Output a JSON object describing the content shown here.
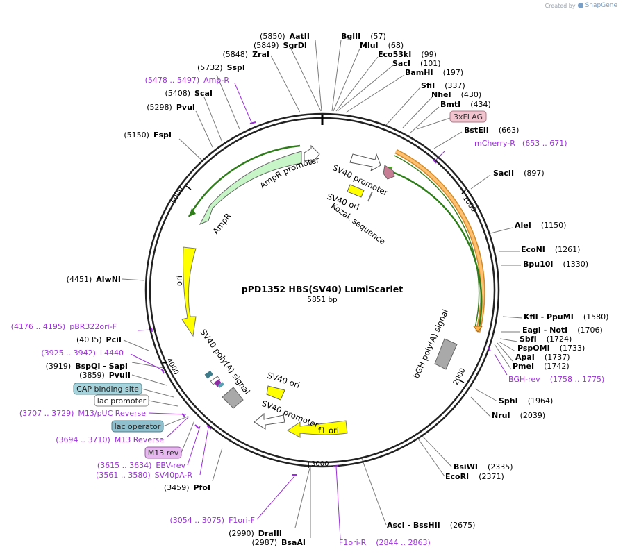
{
  "credit": {
    "created_by": "Created by",
    "brand": "SnapGene"
  },
  "map": {
    "name": "pPD1352 HBS(SV40) LumiScarlet",
    "length_text": "5851 bp",
    "ticks": [
      "1000",
      "2000",
      "3000",
      "4000",
      "5000"
    ]
  },
  "sites": [
    {
      "pos": "(5850)",
      "name": "AatII"
    },
    {
      "pos": "(5849)",
      "name": "SgrDI"
    },
    {
      "pos": "(5848)",
      "name": "ZraI"
    },
    {
      "pos": "(5732)",
      "name": "SspI"
    },
    {
      "pos": "(5408)",
      "name": "ScaI"
    },
    {
      "pos": "(5298)",
      "name": "PvuI"
    },
    {
      "pos": "(5150)",
      "name": "FspI"
    },
    {
      "pos": "(4451)",
      "name": "AlwNI"
    },
    {
      "pos": "(4035)",
      "name": "PciI"
    },
    {
      "pos": "(3919)",
      "name": "BspQI - SapI"
    },
    {
      "pos": "(3859)",
      "name": "PvuII"
    },
    {
      "pos": "(3459)",
      "name": "PfoI"
    },
    {
      "pos": "(2990)",
      "name": "DraIII"
    },
    {
      "pos": "(2987)",
      "name": "BsaAI"
    },
    {
      "pos": "(57)",
      "name": "BglII"
    },
    {
      "pos": "(68)",
      "name": "MluI"
    },
    {
      "pos": "(99)",
      "name": "Eco53kI"
    },
    {
      "pos": "(101)",
      "name": "SacI"
    },
    {
      "pos": "(197)",
      "name": "BamHI"
    },
    {
      "pos": "(337)",
      "name": "SfiI"
    },
    {
      "pos": "(430)",
      "name": "NheI"
    },
    {
      "pos": "(434)",
      "name": "BmtI"
    },
    {
      "pos": "(663)",
      "name": "BstEII"
    },
    {
      "pos": "(897)",
      "name": "SacII"
    },
    {
      "pos": "(1150)",
      "name": "AleI"
    },
    {
      "pos": "(1261)",
      "name": "EcoNI"
    },
    {
      "pos": "(1330)",
      "name": "Bpu10I"
    },
    {
      "pos": "(1580)",
      "name": "KflI - PpuMI"
    },
    {
      "pos": "(1706)",
      "name": "EagI - NotI"
    },
    {
      "pos": "(1724)",
      "name": "SbfI"
    },
    {
      "pos": "(1733)",
      "name": "PspOMI"
    },
    {
      "pos": "(1737)",
      "name": "ApaI"
    },
    {
      "pos": "(1742)",
      "name": "PmeI"
    },
    {
      "pos": "(1964)",
      "name": "SphI"
    },
    {
      "pos": "(2039)",
      "name": "NruI"
    },
    {
      "pos": "(2335)",
      "name": "BsiWI"
    },
    {
      "pos": "(2371)",
      "name": "EcoRI"
    },
    {
      "pos": "(2675)",
      "name": "AscI - BssHII"
    }
  ],
  "primers": [
    {
      "range": "(5478 .. 5497)",
      "name": "Amp-R"
    },
    {
      "range": "(4176 .. 4195)",
      "name": "pBR322ori-F"
    },
    {
      "range": "(3925 .. 3942)",
      "name": "L4440"
    },
    {
      "range": "(3707 .. 3729)",
      "name": "M13/pUC Reverse"
    },
    {
      "range": "(3694 .. 3710)",
      "name": "M13 Reverse"
    },
    {
      "range": "(3615 .. 3634)",
      "name": "EBV-rev"
    },
    {
      "range": "(3561 .. 3580)",
      "name": "SV40pA-R"
    },
    {
      "range": "(3054 .. 3075)",
      "name": "F1ori-F"
    },
    {
      "range": "(2844 .. 2863)",
      "name": "F1ori-R"
    },
    {
      "range": "(653 .. 671)",
      "name": "mCherry-R"
    },
    {
      "range": "(1758 .. 1775)",
      "name": "BGH-rev"
    }
  ],
  "boxed_labels": [
    {
      "text": "3xFLAG",
      "fill": "#f2c4cf",
      "stroke": "#b07a88"
    },
    {
      "text": "CAP binding site",
      "fill": "#a7d3dc",
      "stroke": "#5a8c96"
    },
    {
      "text": "lac promoter",
      "fill": "#ffffff",
      "stroke": "#8a8a8a"
    },
    {
      "text": "lac operator",
      "fill": "#8fbfcc",
      "stroke": "#4e7f8c"
    },
    {
      "text": "M13 rev",
      "fill": "#e6b8ef",
      "stroke": "#9b5aa8"
    }
  ],
  "features": {
    "ampr_promoter": "AmpR promoter",
    "ampr": "AmpR",
    "ori": "ori",
    "sv40_polya": "SV40 poly(A) signal",
    "sv40_promoter_top": "SV40 promoter",
    "sv40_ori_top": "SV40 ori",
    "kozak": "Kozak sequence",
    "bgh_polya": "bGH poly(A) signal",
    "sv40_ori_bottom": "SV40 ori",
    "sv40_promoter_bottom": "SV40 promoter",
    "f1_ori": "f1 ori"
  },
  "colors": {
    "backbone": "#222222",
    "primer": "#9b30d9",
    "ampr_fill": "#c8f5c8",
    "ori_fill": "#ffff00",
    "polya_fill": "#a9a9a9",
    "lumiscarlet_fill": "#ffb347",
    "orf_line": "#2e7d1a"
  }
}
